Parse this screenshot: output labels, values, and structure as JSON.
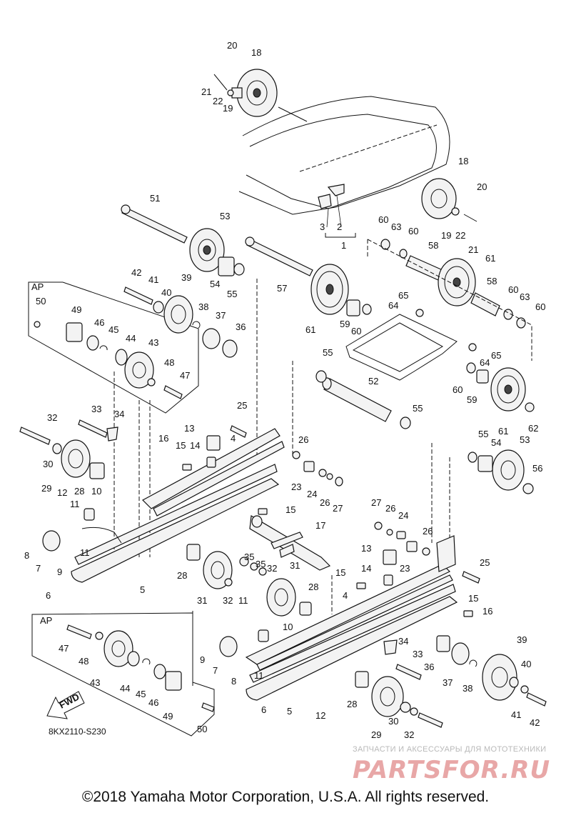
{
  "diagram": {
    "part_labels": [
      "1",
      "2",
      "3",
      "4",
      "5",
      "6",
      "7",
      "8",
      "9",
      "10",
      "11",
      "12",
      "13",
      "14",
      "15",
      "16",
      "17",
      "18",
      "19",
      "20",
      "21",
      "22",
      "23",
      "24",
      "25",
      "26",
      "27",
      "28",
      "29",
      "30",
      "31",
      "32",
      "33",
      "34",
      "35",
      "36",
      "37",
      "38",
      "39",
      "40",
      "41",
      "42",
      "43",
      "44",
      "45",
      "46",
      "47",
      "48",
      "49",
      "50",
      "51",
      "52",
      "53",
      "54",
      "55",
      "56",
      "57",
      "58",
      "59",
      "60",
      "61",
      "62",
      "63",
      "64",
      "65"
    ],
    "ap_label": "AP",
    "fwd_label": "FWD",
    "drawing_code": "8KX2110-S230"
  },
  "watermark": {
    "tagline": "ЗАПЧАСТИ И АКСЕССУАРЫ ДЛЯ МОТОТЕХНИКИ",
    "logo_text": "PARTSFOR.RU"
  },
  "footer": {
    "copyright": "©2018 Yamaha Motor Corporation, U.S.A. All rights reserved."
  }
}
